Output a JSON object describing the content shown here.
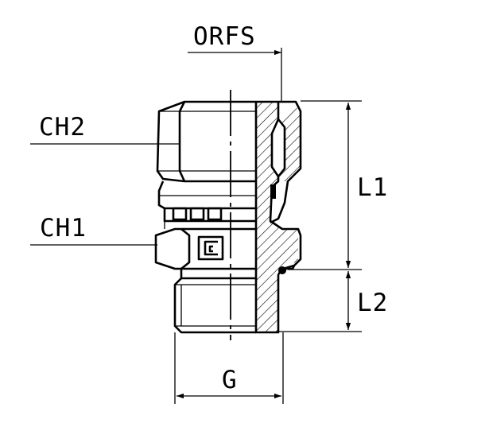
{
  "labels": {
    "orfs": "ORFS",
    "ch2": "CH2",
    "ch1": "CH1",
    "l1": "L1",
    "l2": "L2",
    "g": "G"
  },
  "colors": {
    "line": "#000000",
    "background": "#ffffff"
  },
  "icons": {
    "logo": "c-logo-mark"
  }
}
